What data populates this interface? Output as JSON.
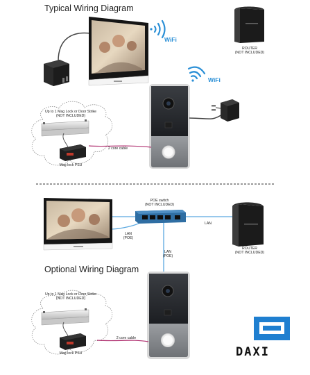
{
  "top": {
    "title": "Typical Wiring Diagram",
    "wifi_monitor": "WiFi",
    "wifi_doorbell": "WiFi",
    "router_label": "ROUTER\n(NOT INCLUDED)",
    "lock_label": "Up to 1 Mag Lock or Door Strike\n(NOT INCLUDED)",
    "psu_label": "Mag lock PSU",
    "cable_label": "2 core cable"
  },
  "bottom": {
    "title": "Optional Wiring Diagram",
    "poe_switch_label": "POE switch\n(NOT INCLUDED)",
    "lan_label": "LAN",
    "lan_poe_monitor": "LAN\n(POE)",
    "lan_poe_doorbell": "LAN\n(POE)",
    "router_label": "ROUTER\n(NOT INCLUDED)",
    "lock_label": "Up to 1 Mag Lock or Door Strike\n(NOT INCLUDED)",
    "psu_label": "Mag lock PSU",
    "cable_label": "2 core cable"
  },
  "logo": {
    "text": "DAXI"
  },
  "colors": {
    "wifi": "#2a8fd6",
    "lan_cable": "#5aa8e0",
    "two_core_cable": "#b03070",
    "doorbell_bottom": "#8a8d91",
    "doorbell_top": "#2b2e33",
    "logo_blue": "#1f7fd0"
  }
}
